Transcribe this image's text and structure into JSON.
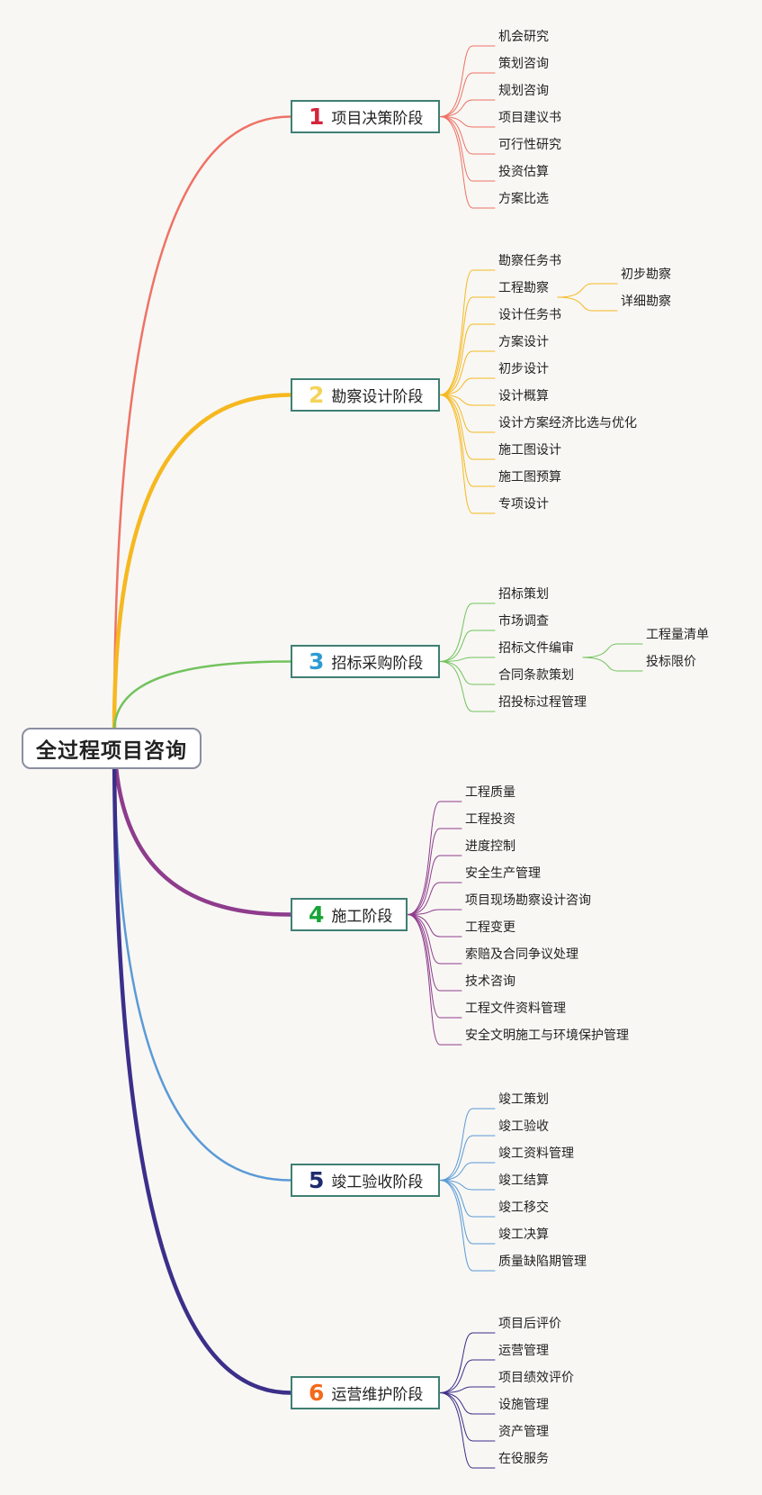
{
  "root": {
    "label": "全过程项目咨询"
  },
  "phases": [
    {
      "num": "1",
      "title": "项目决策阶段",
      "color": "#ef7265",
      "numColor": "#d4253a",
      "items": [
        {
          "label": "机会研究"
        },
        {
          "label": "策划咨询"
        },
        {
          "label": "规划咨询"
        },
        {
          "label": "项目建议书"
        },
        {
          "label": "可行性研究"
        },
        {
          "label": "投资估算"
        },
        {
          "label": "方案比选"
        }
      ]
    },
    {
      "num": "2",
      "title": "勘察设计阶段",
      "color": "#f6b81f",
      "numColor": "#f3d35a",
      "items": [
        {
          "label": "勘察任务书"
        },
        {
          "label": "工程勘察",
          "children": [
            "初步勘察",
            "详细勘察"
          ]
        },
        {
          "label": "设计任务书"
        },
        {
          "label": "方案设计"
        },
        {
          "label": "初步设计"
        },
        {
          "label": "设计概算"
        },
        {
          "label": "设计方案经济比选与优化"
        },
        {
          "label": "施工图设计"
        },
        {
          "label": "施工图预算"
        },
        {
          "label": "专项设计"
        }
      ]
    },
    {
      "num": "3",
      "title": "招标采购阶段",
      "color": "#72c35c",
      "numColor": "#2e9bd3",
      "items": [
        {
          "label": "招标策划"
        },
        {
          "label": "市场调查"
        },
        {
          "label": "招标文件编审",
          "children": [
            "工程量清单",
            "投标限价"
          ]
        },
        {
          "label": "合同条款策划"
        },
        {
          "label": "招投标过程管理"
        }
      ]
    },
    {
      "num": "4",
      "title": "施工阶段",
      "color": "#8f3c8d",
      "numColor": "#18a438",
      "items": [
        {
          "label": "工程质量"
        },
        {
          "label": "工程投资"
        },
        {
          "label": "进度控制"
        },
        {
          "label": "安全生产管理"
        },
        {
          "label": "项目现场勘察设计咨询"
        },
        {
          "label": "工程变更"
        },
        {
          "label": "索赔及合同争议处理"
        },
        {
          "label": "技术咨询"
        },
        {
          "label": "工程文件资料管理"
        },
        {
          "label": "安全文明施工与环境保护管理"
        }
      ]
    },
    {
      "num": "5",
      "title": "竣工验收阶段",
      "color": "#5a9ad6",
      "numColor": "#1f2a6e",
      "items": [
        {
          "label": "竣工策划"
        },
        {
          "label": "竣工验收"
        },
        {
          "label": "竣工资料管理"
        },
        {
          "label": "竣工结算"
        },
        {
          "label": "竣工移交"
        },
        {
          "label": "竣工决算"
        },
        {
          "label": "质量缺陷期管理"
        }
      ]
    },
    {
      "num": "6",
      "title": "运营维护阶段",
      "color": "#3b2f8a",
      "numColor": "#f26a1b",
      "items": [
        {
          "label": "项目后评价"
        },
        {
          "label": "运营管理"
        },
        {
          "label": "项目绩效评价"
        },
        {
          "label": "设施管理"
        },
        {
          "label": "资产管理"
        },
        {
          "label": "在役服务"
        }
      ]
    }
  ]
}
